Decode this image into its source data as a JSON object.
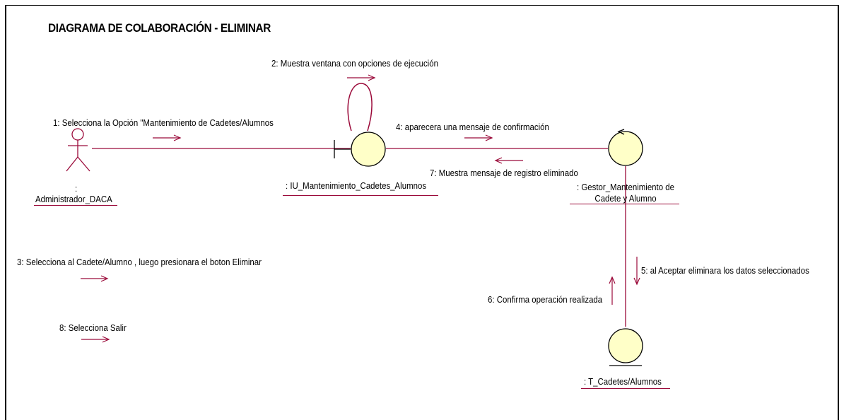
{
  "title": "DIAGRAMA DE COLABORACIÓN - ELIMINAR",
  "actor": {
    "name": "Administrador_DACA",
    "stereotype": ":"
  },
  "objects": {
    "ui": ": IU_Mantenimiento_Cadetes_Alumnos",
    "gestor_line1": ": Gestor_Mantenimiento de",
    "gestor_line2": "Cadete y Alumno",
    "entity": ": T_Cadetes/Alumnos"
  },
  "messages": {
    "m1": "1: Selecciona la Opción \"Mantenimiento de Cadetes/Alumnos",
    "m2": "2: Muestra ventana con opciones de ejecución",
    "m3": "3: Selecciona al Cadete/Alumno , luego presionara el boton Eliminar",
    "m4": "4: aparecera una mensaje de confirmación",
    "m5": "5: al Aceptar eliminara los datos seleccionados",
    "m6": "6: Confirma operación realizada",
    "m7": "7: Muestra mensaje de registro eliminado",
    "m8": "8: Selecciona Salir"
  },
  "colors": {
    "line": "#9b0a3a",
    "object_fill": "#ffffc8",
    "object_stroke": "#000000"
  }
}
